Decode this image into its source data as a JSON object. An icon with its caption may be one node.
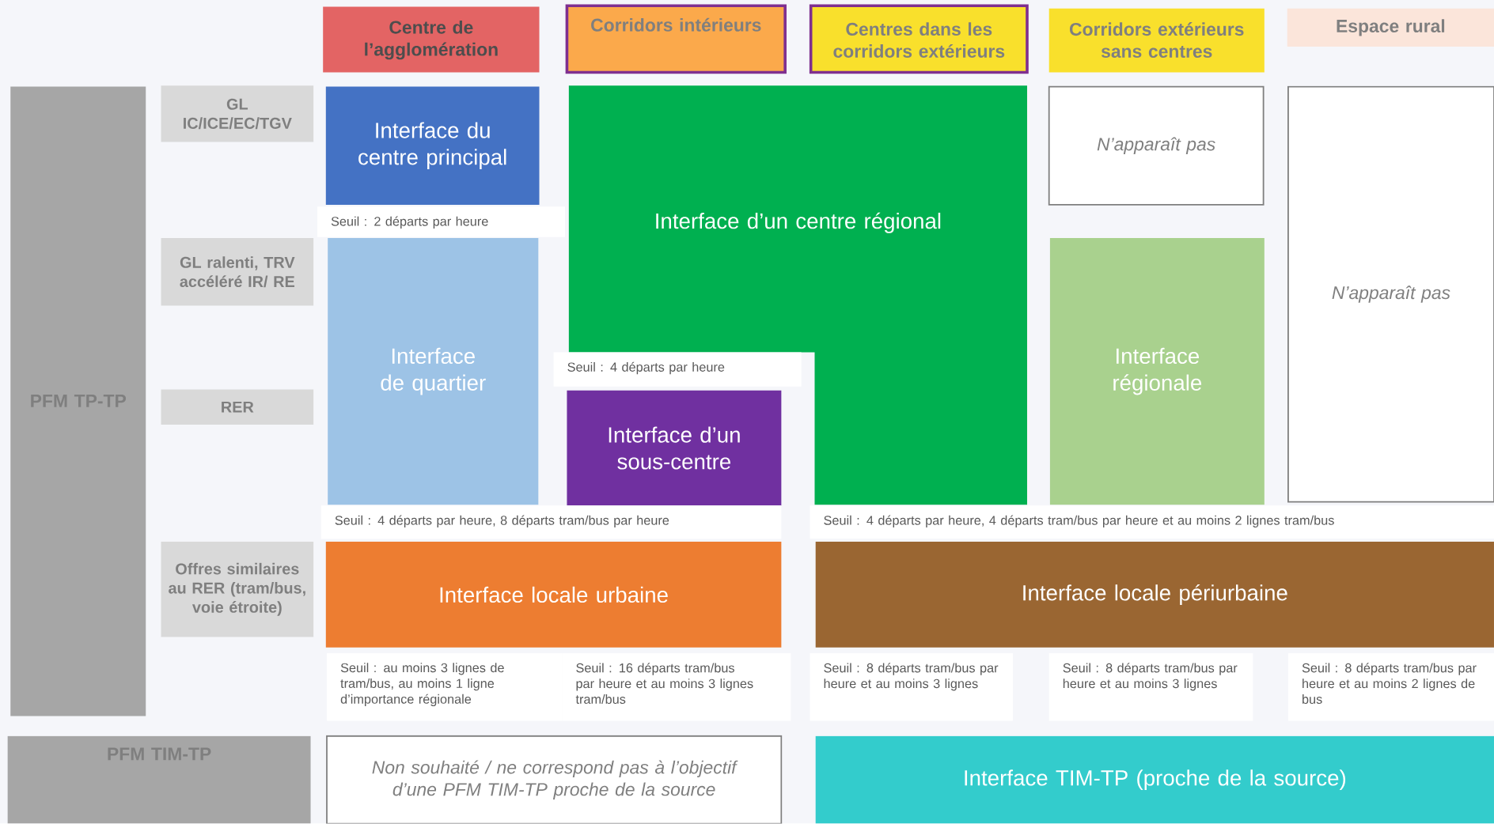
{
  "diagram": {
    "nodes": [
      {
        "text": [
          "Centre de l’agglomération"
        ]
      },
      {
        "text": [
          "Corridors intérieurs"
        ]
      },
      {
        "text": [
          "Centres dans les corridors extérieurs"
        ]
      },
      {
        "text": [
          "Corridors extérieurs sans centres"
        ]
      },
      {
        "text": [
          "Espace rural"
        ]
      },
      {
        "text": [
          "PFM TP-TP"
        ]
      },
      {
        "text": [
          "GL IC/ICE/EC/TGV"
        ]
      },
      {
        "text": [
          "GL ralenti, TRV accéléré IR/ RE"
        ]
      },
      {
        "text": [
          "RER"
        ]
      },
      {
        "text": [
          "Offres similaires au RER (tram/bus, voie étroite)"
        ]
      },
      {
        "text": [
          "Interface du centre principal"
        ]
      },
      {
        "text": [
          "Interface d’un centre régional"
        ]
      },
      {
        "text": [
          "N’apparaît pas"
        ]
      },
      {
        "text": [
          "Interface de quartier"
        ]
      },
      {
        "text": [
          "Interface régionale"
        ]
      },
      {
        "text": [
          "N’apparaît pas"
        ]
      },
      {
        "text": [
          "Interface d’un sous-centre"
        ]
      },
      {
        "text": [
          "Interface locale urbaine"
        ]
      },
      {
        "text": [
          "Interface locale périurbaine"
        ]
      },
      {
        "text": [
          "PFM TIM-TP"
        ]
      },
      {
        "text": [
          "Non souhaité / ne correspond pas à l’objectif d’une PFM TIM-TP proche de la source"
        ]
      },
      {
        "text": [
          "Interface TIM-TP (proche de la source)"
        ]
      },
      {
        "text": [
          "Seuil : 2 départs par heure"
        ]
      },
      {
        "text": [
          "Seuil : 4 départs par heure"
        ]
      },
      {
        "text": [
          "Seuil : 4 départs par heure, 8 départs tram/bus par heure"
        ]
      },
      {
        "text": [
          "Seuil : 4 départs par heure, 4 départs tram/bus par heure et au moins 2 lignes tram/bus"
        ]
      },
      {
        "text": [
          "Seuil : au moins 3 lignes de tram/bus, au moins 1 ligne d’importance régionale"
        ]
      },
      {
        "text": [
          "Seuil : 16 départs tram/bus par heure et au moins 3 lignes tram/bus"
        ]
      },
      {
        "text": [
          "Seuil : 8 départs tram/bus par heure et au moins 3 lignes"
        ]
      },
      {
        "text": [
          "Seuil : 8 départs tram/bus par heure et au moins 3 lignes"
        ]
      },
      {
        "text": [
          "Seuil : 8 départs tram/bus par heure et au moins 2 lignes de bus"
        ]
      }
    ]
  }
}
